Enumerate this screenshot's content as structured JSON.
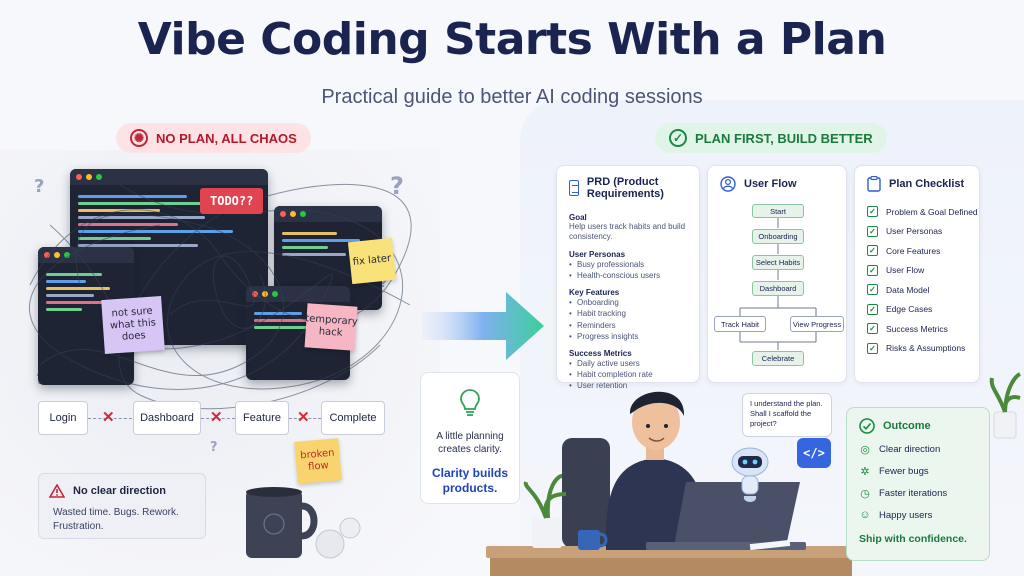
{
  "header": {
    "title": "Vibe Coding Starts With a Plan",
    "subtitle": "Practical guide to better AI coding sessions"
  },
  "left": {
    "pill_label": "NO PLAN, ALL CHAOS",
    "todo_label": "TODO??",
    "notes": {
      "fix_later": "fix later",
      "not_sure": "not sure what this does",
      "temporary": "temporary hack",
      "broken": "broken flow"
    },
    "flow": [
      "Login",
      "Dashboard",
      "Feature",
      "Complete"
    ],
    "warning": {
      "title": "No clear direction",
      "text": "Wasted time. Bugs. Rework. Frustration."
    }
  },
  "right": {
    "pill_label": "PLAN FIRST, BUILD BETTER",
    "prd": {
      "title": "PRD (Product Requirements)",
      "goal_h": "Goal",
      "goal_v": "Help users track habits and build consistency.",
      "personas_h": "User Personas",
      "personas": [
        "Busy professionals",
        "Health-conscious users"
      ],
      "features_h": "Key Features",
      "features": [
        "Onboarding",
        "Habit tracking",
        "Reminders",
        "Progress insights"
      ],
      "metrics_h": "Success Metrics",
      "metrics": [
        "Daily active users",
        "Habit completion rate",
        "User retention"
      ]
    },
    "userflow": {
      "title": "User Flow",
      "nodes": {
        "start": "Start",
        "onboarding": "Onboarding",
        "select": "Select Habits",
        "dashboard": "Dashboard",
        "track": "Track Habit",
        "progress": "View Progress",
        "celebrate": "Celebrate"
      }
    },
    "checklist": {
      "title": "Plan Checklist",
      "items": [
        "Problem & Goal Defined",
        "User Personas",
        "Core Features",
        "User Flow",
        "Data Model",
        "Edge Cases",
        "Success Metrics",
        "Risks & Assumptions"
      ]
    },
    "bulb": {
      "text": "A little planning creates clarity.",
      "highlight": "Clarity builds products."
    },
    "speech": "I understand the plan. Shall I scaffold the project?",
    "code_chip": "</>",
    "outcome": {
      "title": "Outcome",
      "items": [
        "Clear direction",
        "Fewer bugs",
        "Faster iterations",
        "Happy users"
      ],
      "footer": "Ship with confidence."
    }
  }
}
